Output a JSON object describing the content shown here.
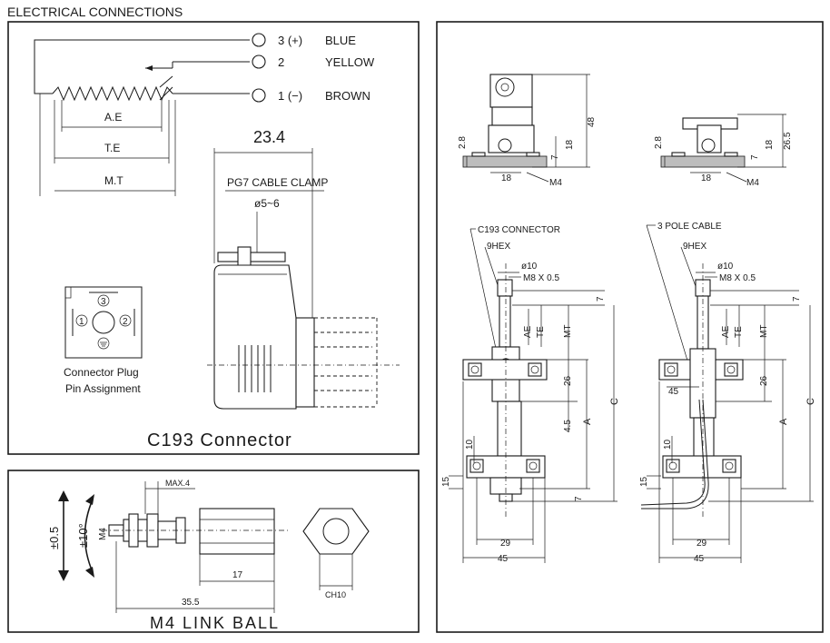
{
  "heading": "ELECTRICAL CONNECTIONS",
  "c193": {
    "title": "C193 Connector",
    "pins": [
      {
        "num": "3 (+)",
        "color": "BLUE"
      },
      {
        "num": "2",
        "color": "YELLOW"
      },
      {
        "num": "1 (−)",
        "color": "BROWN"
      }
    ],
    "dims": {
      "ae": "A.E",
      "te": "T.E",
      "mt": "M.T"
    },
    "width_dim": "23.4",
    "cable_clamp": "PG7 CABLE CLAMP",
    "clamp_dia": "ø5~6",
    "plug_label_1": "Connector Plug",
    "plug_label_2": "Pin Assignment",
    "plug_pins": [
      "1",
      "2",
      "3"
    ]
  },
  "linkball": {
    "title": "M4 LINK BALL",
    "max": "MAX.4",
    "thread": "M4",
    "len17": "17",
    "len355": "35.5",
    "hex": "CH10",
    "tol1": "±0.5",
    "tol2": "±10°"
  },
  "right": {
    "top_left": {
      "h48": "48",
      "h28": "2.8",
      "h7": "7",
      "h18": "18",
      "w18": "18",
      "m4": "M4"
    },
    "top_right": {
      "h265": "26.5",
      "h28": "2.8",
      "h7": "7",
      "h18": "18",
      "w18": "18",
      "m4": "M4"
    },
    "left": {
      "label": "C193 CONNECTOR",
      "hex": "9HEX",
      "dia": "ø10",
      "thread": "M8 X 0.5",
      "d7": "7",
      "ae": "AE",
      "te": "TE",
      "mt": "MT",
      "d26": "26",
      "d45s": "4.5",
      "a": "A",
      "c": "C",
      "d10": "10",
      "d15": "15",
      "d7b": "7",
      "d29": "29",
      "d45": "45"
    },
    "right": {
      "label": "3 POLE CABLE",
      "hex": "9HEX",
      "dia": "ø10",
      "thread": "M8 X 0.5",
      "d7": "7",
      "ae": "AE",
      "te": "TE",
      "mt": "MT",
      "d26": "26",
      "d45t": "45",
      "a": "A",
      "c": "C",
      "d10": "10",
      "d15": "15",
      "d29": "29",
      "d45": "45"
    }
  }
}
